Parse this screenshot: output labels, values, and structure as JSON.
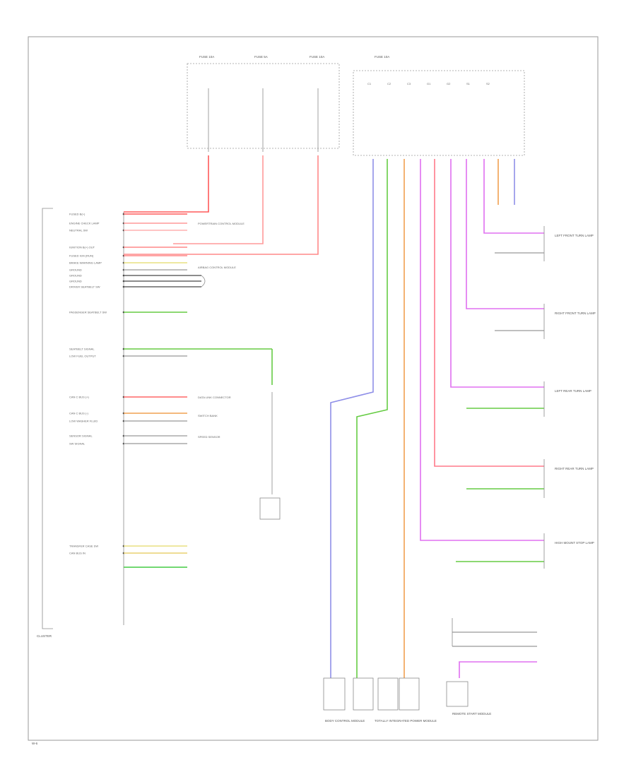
{
  "colors": {
    "red": "#ff5a5a",
    "pink": "#ff9a9a",
    "blue": "#8f8fe8",
    "green": "#66cc44",
    "orange": "#f0a050",
    "violet": "#e070f0",
    "yellow": "#e8e080",
    "gray": "#aaaaaa",
    "black": "#444444"
  },
  "fuses": [
    {
      "name": "FUSE 10A"
    },
    {
      "name": "FUSE 5A"
    },
    {
      "name": "FUSE 10A"
    },
    {
      "name": "FUSE 10A"
    }
  ],
  "cluster": {
    "label": "CLUSTER",
    "inputs": [
      {
        "label": "FUSED B(+)",
        "color": "red"
      },
      {
        "label": "ENGINE CHECK LAMP",
        "color": "pink"
      },
      {
        "label": "NEUTRAL SW",
        "color": "pink"
      },
      {
        "label": "IGNITION B(+) OUT",
        "color": "red"
      },
      {
        "label": "FUSED IGN (RUN)",
        "color": "red"
      },
      {
        "label": "BRAKE WARNING LAMP",
        "color": "yellow"
      },
      {
        "label": "GROUND",
        "color": "gray"
      },
      {
        "label": "GROUND",
        "color": "gray"
      },
      {
        "label": "GROUND",
        "color": "gray"
      },
      {
        "label": "DRIVER SEATBELT SW",
        "color": "green"
      },
      {
        "label": "PASSENGER SEATBELT SW",
        "color": "green"
      },
      {
        "label": "SEATBELT SIGNAL",
        "color": "gray"
      },
      {
        "label": "LOW FUEL OUTPUT",
        "color": "red"
      },
      {
        "label": "CAN C BUS (+)",
        "color": "orange"
      },
      {
        "label": "CAN C BUS (-)",
        "color": "gray"
      },
      {
        "label": "LOW WASHER FLUID",
        "color": "gray"
      },
      {
        "label": "SENSOR SIGNAL",
        "color": "gray"
      },
      {
        "label": "SW SIGNAL",
        "color": "yellow"
      },
      {
        "label": "TRANSFER CASE SW",
        "color": "yellow"
      },
      {
        "label": "CAN BUS IN",
        "color": "green"
      }
    ],
    "destinations": [
      "POWERTRAIN CONTROL MODULE",
      "AIRBAG CONTROL MODULE",
      "DATA LINK CONNECTOR",
      "SWITCH BANK",
      "SPEED SENSOR"
    ]
  },
  "connectors": [
    "C1",
    "C2",
    "C3",
    "G1",
    "G2",
    "S1",
    "S2"
  ],
  "lamps": [
    "LEFT FRONT TURN LAMP",
    "RIGHT FRONT TURN LAMP",
    "LEFT REAR TURN LAMP",
    "RIGHT REAR TURN LAMP",
    "HIGH MOUNT STOP LAMP"
  ],
  "bottom_labels": [
    "BODY CONTROL MODULE",
    "TOTALLY INTEGRATED POWER MODULE",
    "REMOTE START MODULE"
  ],
  "footer": "W-6"
}
